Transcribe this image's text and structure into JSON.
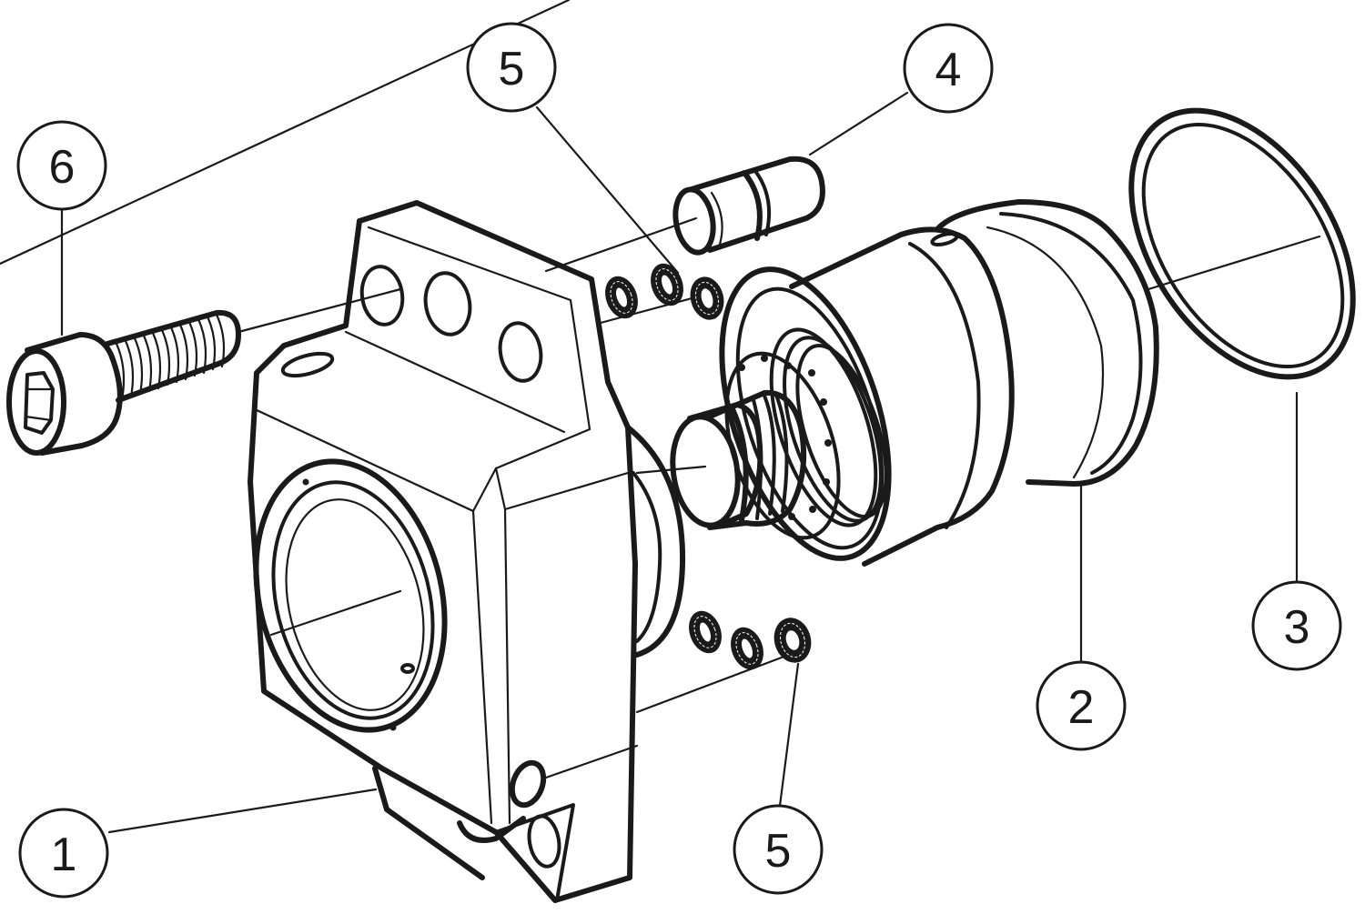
{
  "diagram": {
    "type": "exploded assembly view",
    "style": "black line art on white",
    "colors": {
      "line": "#1a1a1a",
      "background": "#ffffff"
    },
    "callouts": [
      {
        "id": "callout-1",
        "label": "1",
        "part": "housing-block"
      },
      {
        "id": "callout-2",
        "label": "2",
        "part": "cartridge-unit"
      },
      {
        "id": "callout-3",
        "label": "3",
        "part": "large-o-ring"
      },
      {
        "id": "callout-4",
        "label": "4",
        "part": "coolant-pin"
      },
      {
        "id": "callout-5a",
        "label": "5",
        "part": "small-o-rings-upper"
      },
      {
        "id": "callout-5b",
        "label": "5",
        "part": "small-o-rings-lower"
      },
      {
        "id": "callout-6",
        "label": "6",
        "part": "socket-head-cap-screw"
      }
    ]
  }
}
